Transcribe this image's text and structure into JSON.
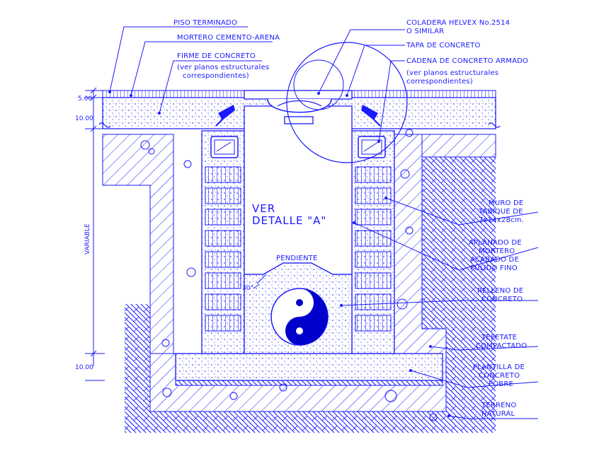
{
  "colors": {
    "ink": "#1a1aff",
    "ink_dark": "#0000cc",
    "paper": "#ffffff"
  },
  "labels": {
    "piso_terminado": "PISO TERMINADO",
    "mortero": "MORTERO CEMENTO-ARENA",
    "firme": "FIRME DE CONCRETO",
    "firme_note_1": "(ver planos estructurales",
    "firme_note_2": "correspondientes)",
    "coladera_1": "COLADERA HELVEX No.2514",
    "coladera_2": "O SIMILAR",
    "tapa": "TAPA DE CONCRETO",
    "cadena": "CADENA DE CONCRETO ARMADO",
    "cadena_note_1": "(ver planos estructurales",
    "cadena_note_2": "correspondientes)",
    "muro_1": "MURO DE",
    "muro_2": "TABIQUE DE",
    "muro_3": "7x14x28cm.",
    "aplanado_1": "APLANADO DE",
    "aplanado_2": "MORTERO",
    "aplanado_3": "ACABADO DE",
    "aplanado_4": "PULIDO FINO",
    "relleno_1": "RELLENO DE",
    "relleno_2": "CONCRETO",
    "tepetate_1": "TEPETATE",
    "tepetate_2": "COMPACTADO",
    "plantilla_1": "PLANTILLA DE",
    "plantilla_2": "CONCRETO",
    "plantilla_3": "POBRE",
    "terreno_1": "TERRENO",
    "terreno_2": "NATURAL",
    "ver_1": "VER",
    "ver_2": "DETALLE \"A\"",
    "pendiente": "PENDIENTE",
    "angle": "30°"
  },
  "dimensions": {
    "top_5": "5.00",
    "top_10": "10.00",
    "variable": "VARIABLE",
    "bottom_10": "10.00"
  }
}
